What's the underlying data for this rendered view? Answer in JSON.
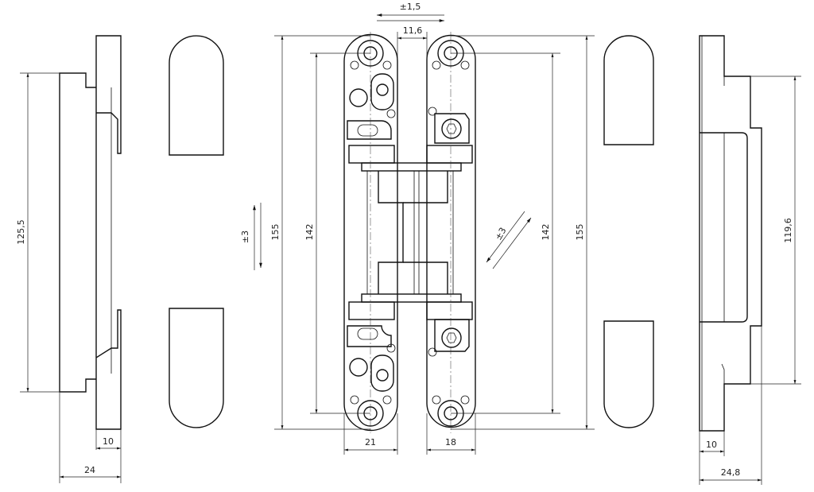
{
  "title": "Concealed hinge technical drawing",
  "dimensions": {
    "adjust_horizontal": "±1,5",
    "gap": "11,6",
    "left_profile_height": "125,5",
    "adjust_vertical": "±3",
    "overall_height_left": "155",
    "hole_pitch_left": "142",
    "hole_pitch_right": "142",
    "overall_height_right": "155",
    "adjust_depth": "±3",
    "right_profile_height": "119,6",
    "left_plate_depth": "10",
    "left_total_depth": "24",
    "left_leaf_width": "21",
    "right_leaf_width": "18",
    "right_plate_depth": "10",
    "right_total_depth": "24,8"
  }
}
